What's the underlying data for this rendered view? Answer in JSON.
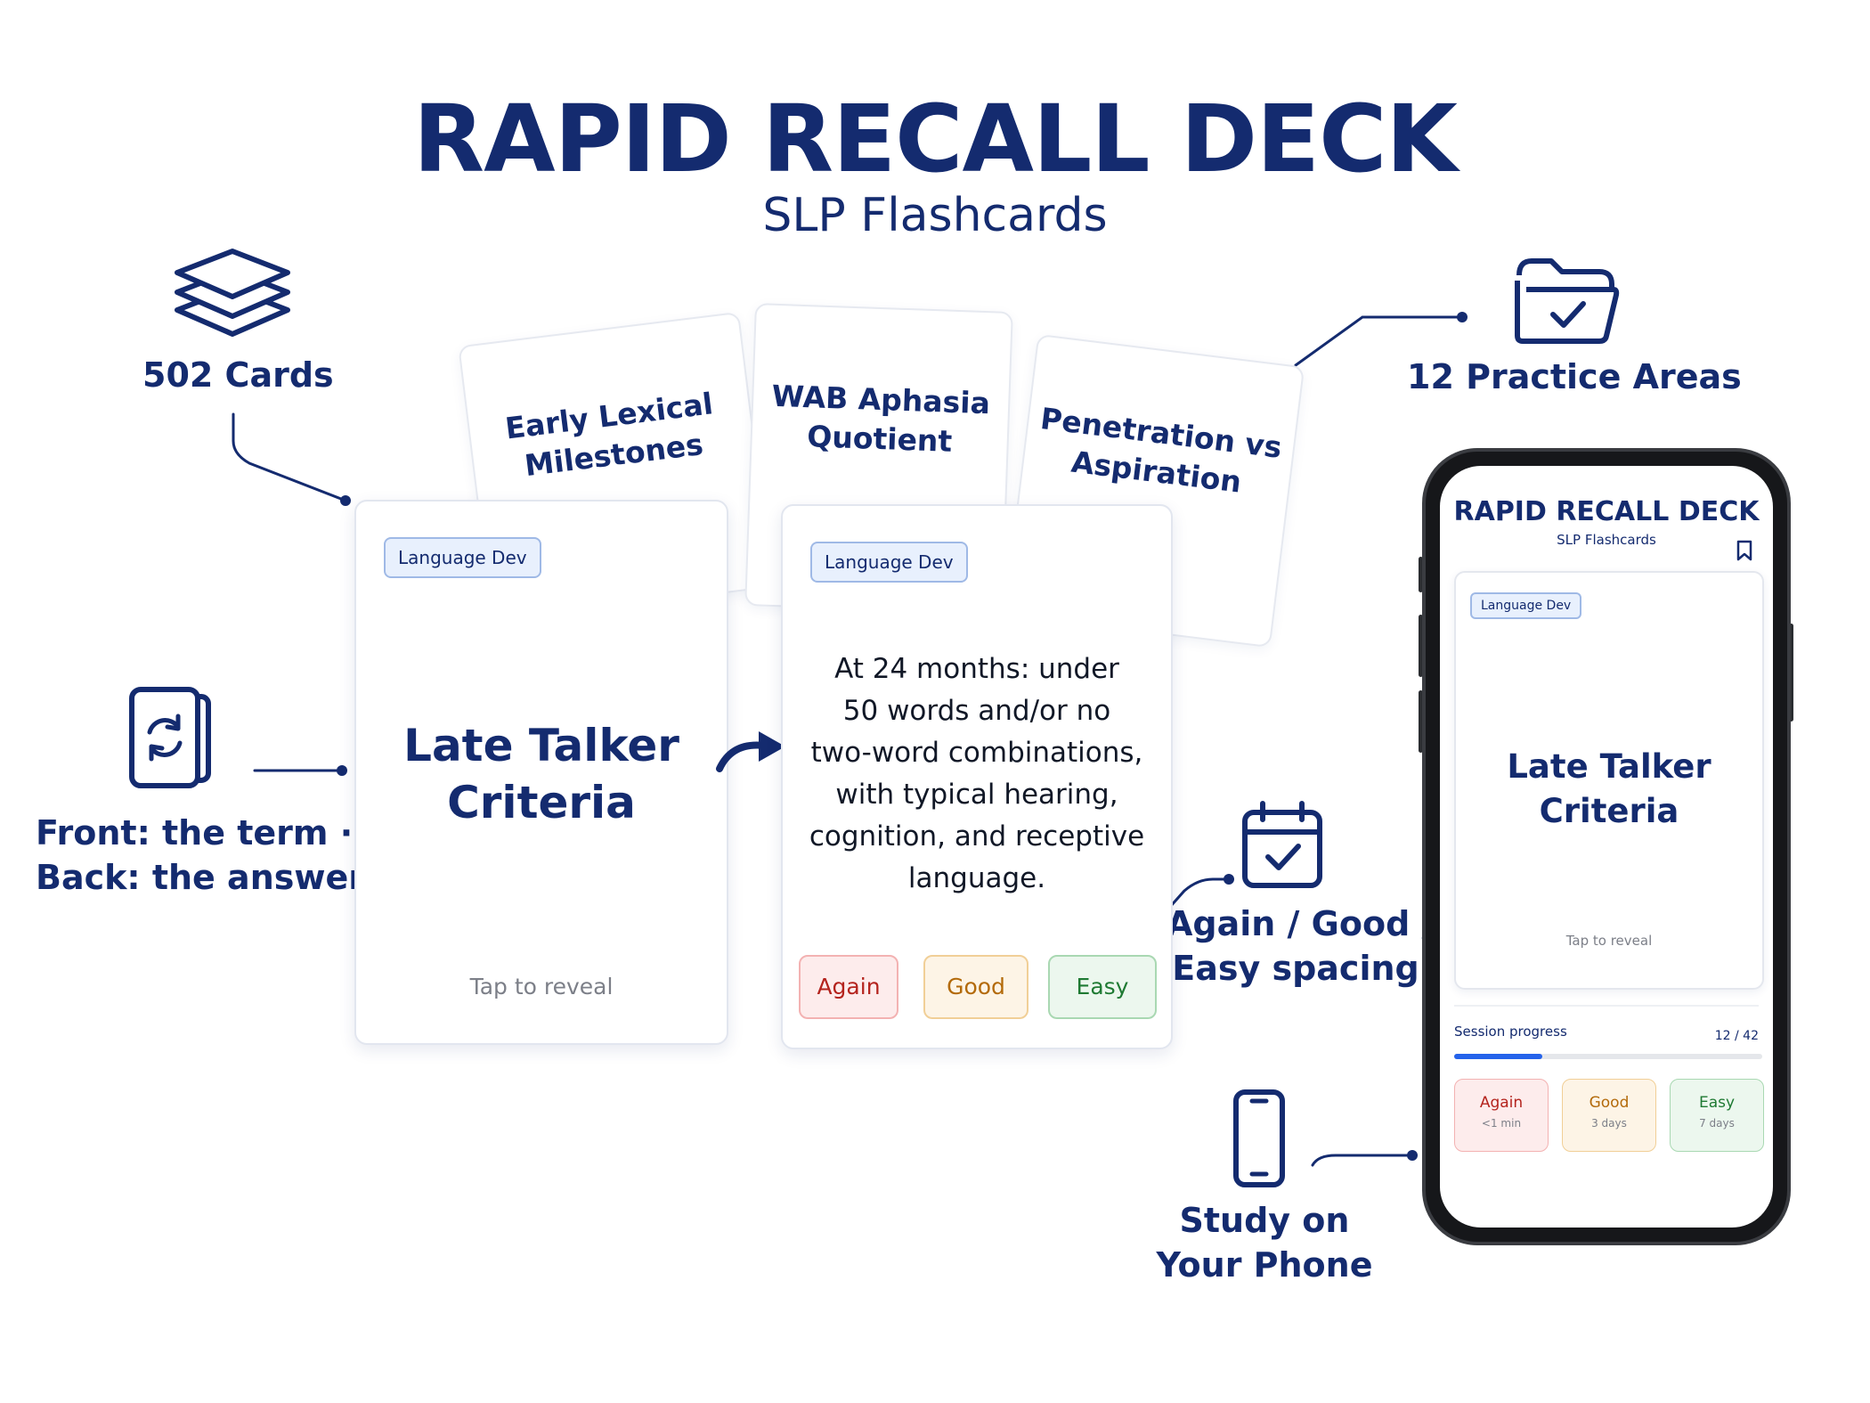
{
  "header": {
    "title": "RAPID RECALL DECK",
    "subtitle": "SLP Flashcards"
  },
  "features": {
    "cards_count": "502 Cards",
    "practice_areas": "12 Practice Areas",
    "front_back_line1": "Front: the term ·",
    "front_back_line2": "Back: the answer",
    "spacing_line1": "Again / Good /",
    "spacing_line2": "Easy spacing",
    "phone_line1": "Study on",
    "phone_line2": "Your Phone"
  },
  "background_cards": [
    {
      "line1": "Early Lexical",
      "line2": "Milestones"
    },
    {
      "line1": "WAB Aphasia",
      "line2": "Quotient"
    },
    {
      "line1": "Penetration vs",
      "line2": "Aspiration"
    }
  ],
  "front_card": {
    "badge": "Language Dev",
    "term_line1": "Late Talker",
    "term_line2": "Criteria",
    "hint": "Tap to reveal"
  },
  "back_card": {
    "badge": "Language Dev",
    "answer_lines": [
      "At 24 months: under",
      "50 words and/or no",
      "two-word combinations,",
      "with typical hearing,",
      "cognition, and receptive",
      "language."
    ],
    "buttons": {
      "again": "Again",
      "good": "Good",
      "easy": "Easy"
    }
  },
  "phone": {
    "title": "RAPID RECALL DECK",
    "subtitle": "SLP Flashcards",
    "badge": "Language Dev",
    "term_line1": "Late Talker",
    "term_line2": "Criteria",
    "hint": "Tap to reveal",
    "progress_label": "Session progress",
    "progress_text": "12 / 42",
    "progress_current": 12,
    "progress_total": 42,
    "buttons": [
      {
        "label": "Again",
        "interval": "<1 min"
      },
      {
        "label": "Good",
        "interval": "3 days"
      },
      {
        "label": "Easy",
        "interval": "7 days"
      }
    ]
  },
  "colors": {
    "navy": "#142b6f",
    "again": "#b4231d",
    "good": "#b36a0a",
    "easy": "#1f7a33",
    "progress": "#2563eb"
  },
  "icons": [
    "stack-icon",
    "folder-check-icon",
    "flip-card-icon",
    "calendar-check-icon",
    "phone-icon",
    "curved-arrow-icon",
    "bookmark-icon"
  ]
}
